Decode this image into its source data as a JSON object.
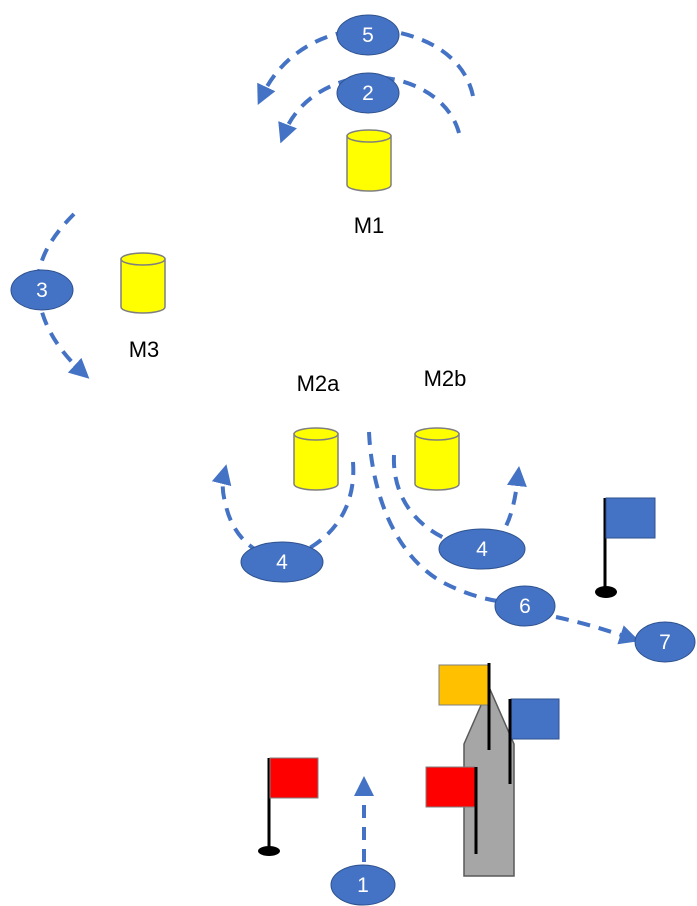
{
  "colors": {
    "route": "#4472c4",
    "step_fill": "#4472c4",
    "buoy_fill": "#ffff00",
    "buoy_stroke": "#7f7f7f",
    "flag_red": "#ff0000",
    "flag_blue": "#4472c4",
    "flag_orange": "#ffc000",
    "boat_fill": "#a6a6a6",
    "pole": "#000000"
  },
  "marks": {
    "m1": "M1",
    "m3": "M3",
    "m2a": "M2a",
    "m2b": "M2b"
  },
  "steps": {
    "s1": "1",
    "s2": "2",
    "s3": "3",
    "s4_left": "4",
    "s4_right": "4",
    "s5": "5",
    "s6": "6",
    "s7": "7"
  },
  "icons": [
    "buoy-icon",
    "flag-icon",
    "boat-icon",
    "arrow-head-icon"
  ]
}
